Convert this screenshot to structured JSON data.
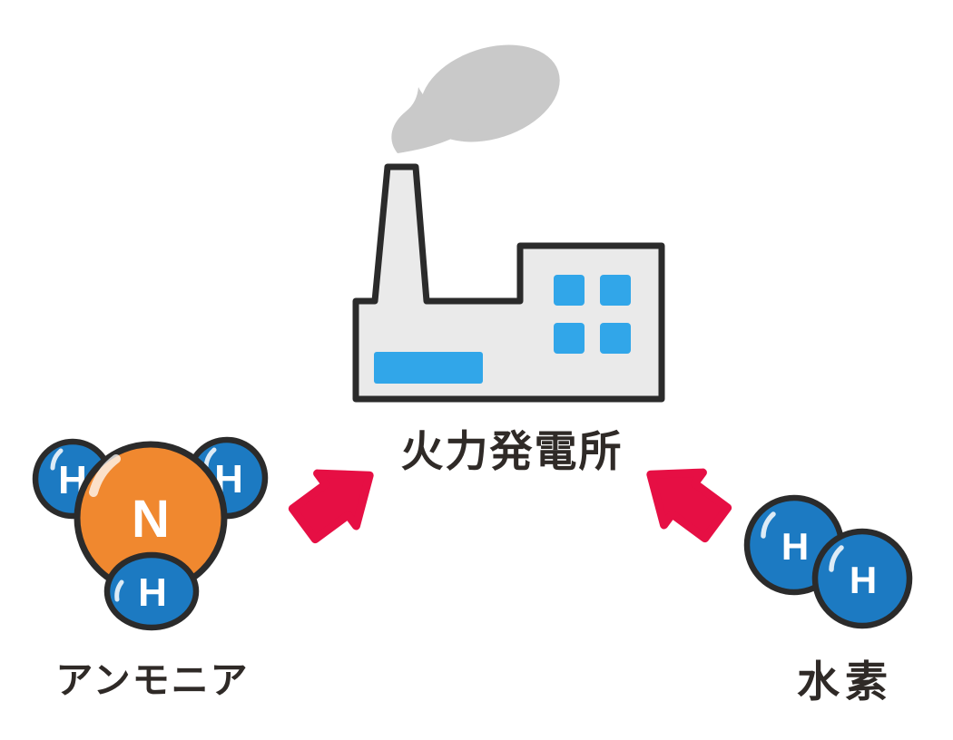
{
  "colors": {
    "arrow_red": "#e60f44",
    "nitrogen_orange": "#f0882f",
    "hydrogen_blue": "#1c7ac2",
    "window_blue": "#31a6e9",
    "building_fill": "#eaeaea",
    "building_outline": "#2b2b2b",
    "smoke_gray": "#c9c9c9",
    "label_text": "#2f2a27",
    "atom_letter_white": "#ffffff",
    "background": "#ffffff"
  },
  "icons": {
    "factory": "factory-icon",
    "smoke": "smoke-plume-icon",
    "arrow_from_ammonia": "red-arrow-up-right-icon",
    "arrow_from_hydrogen": "red-arrow-up-left-icon"
  },
  "power_plant": {
    "label": "火力発電所"
  },
  "ammonia": {
    "label": "アンモニア",
    "atoms": {
      "n": "N",
      "h_left": "H",
      "h_right": "H",
      "h_bottom": "H"
    }
  },
  "hydrogen": {
    "label": "水素",
    "atoms": {
      "h_left": "H",
      "h_right": "H"
    }
  }
}
